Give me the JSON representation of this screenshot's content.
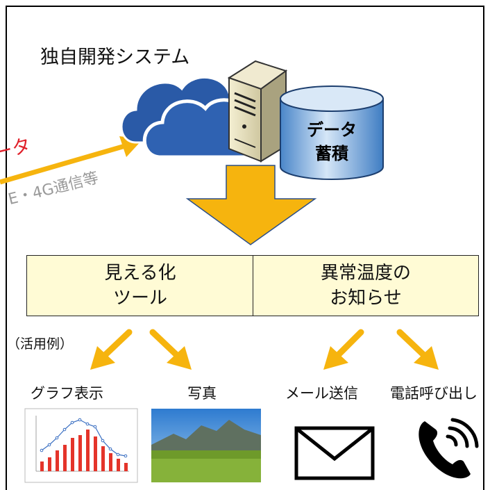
{
  "system_title": "独自開発システム",
  "storage": {
    "label": "データ\n蓄積"
  },
  "incoming": {
    "data_label": "ータ",
    "comm_label": "E・4G通信等"
  },
  "functions": [
    {
      "label": "見える化\nツール"
    },
    {
      "label": "異常温度の\nお知らせ"
    }
  ],
  "examples_label": "（活用例）",
  "examples": [
    {
      "label": "グラフ表示"
    },
    {
      "label": "写真"
    },
    {
      "label": "メール送信"
    },
    {
      "label": "電話呼び出し"
    }
  ],
  "colors": {
    "arrow": "#f6b40e",
    "cloud": "#2a5aa7",
    "box_fill": "#fffbd5",
    "data_red": "#e0202a"
  }
}
